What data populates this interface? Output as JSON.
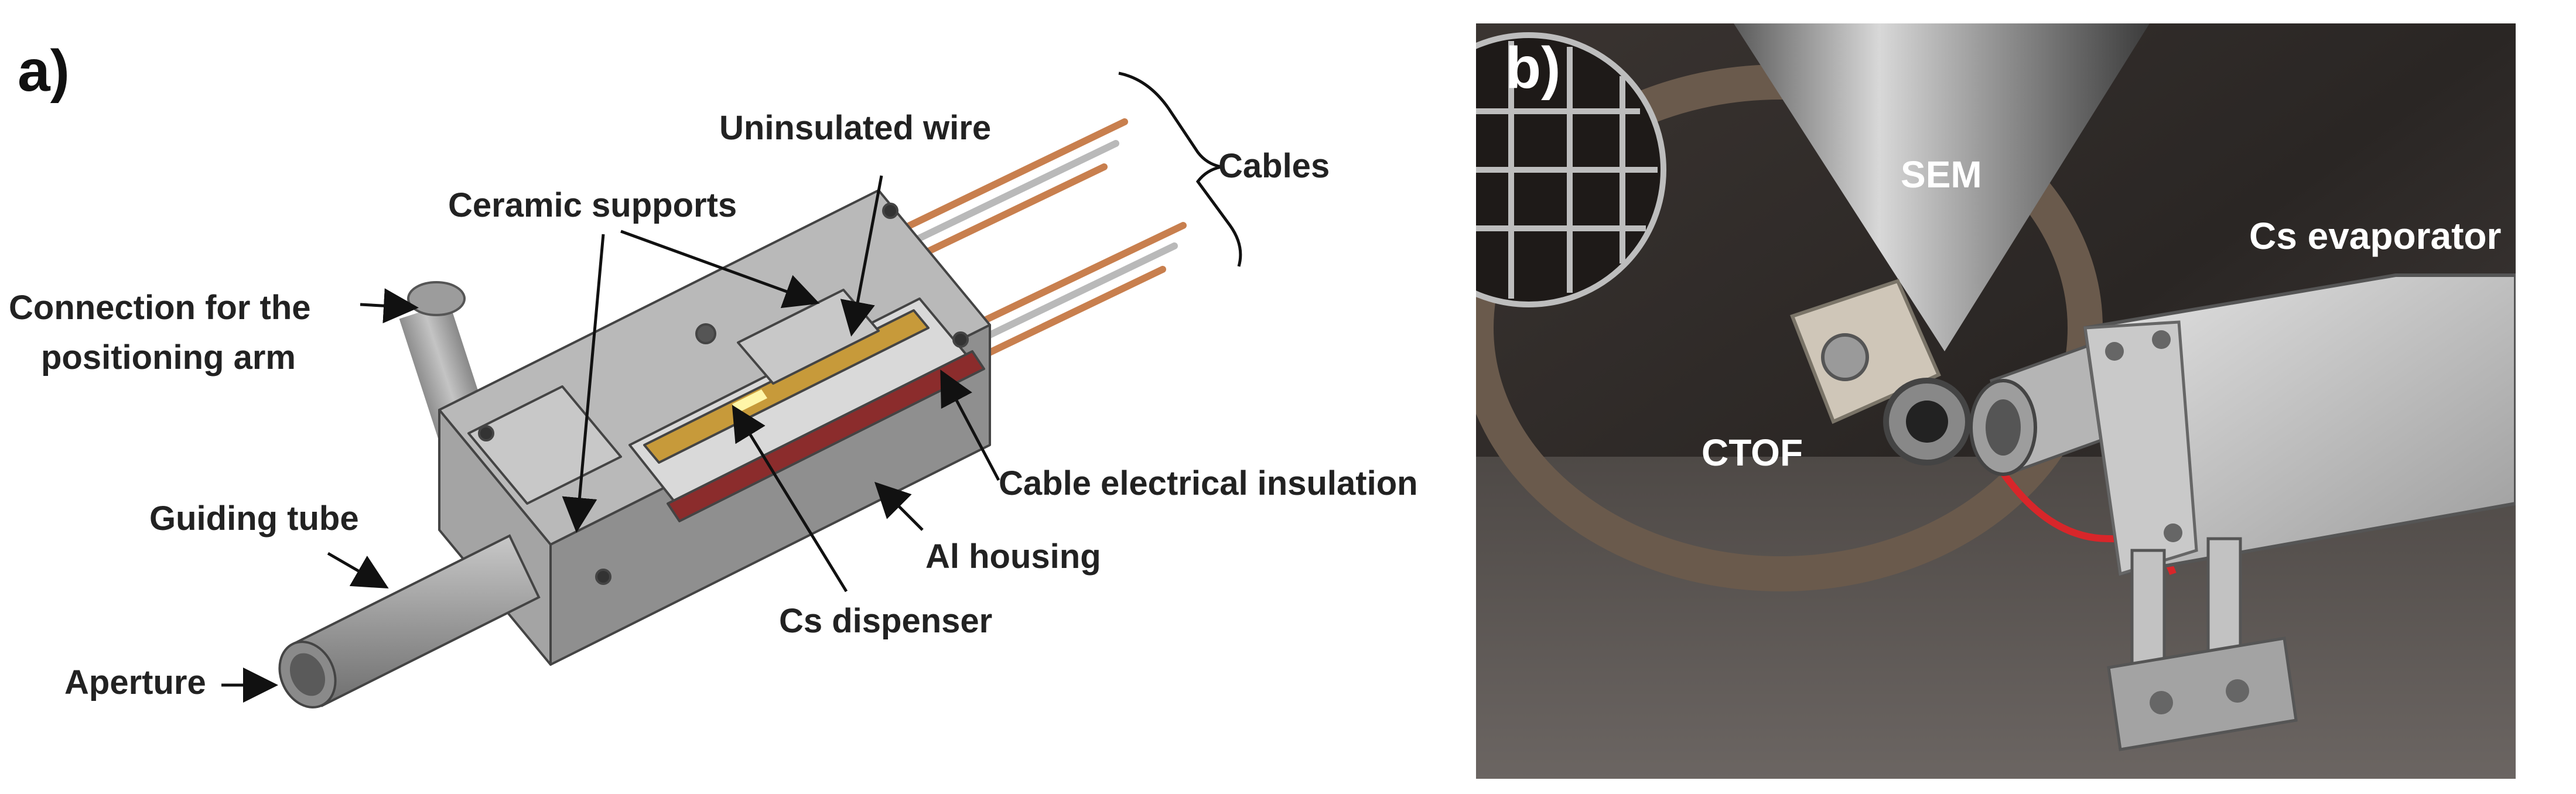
{
  "panel_a": {
    "letter": "a)",
    "labels": {
      "uninsulated_wire": "Uninsulated wire",
      "cables": "Cables",
      "ceramic_supports": "Ceramic supports",
      "connection_line1": "Connection for the",
      "connection_line2": "positioning arm",
      "guiding_tube": "Guiding tube",
      "aperture": "Aperture",
      "cable_insulation": "Cable electrical insulation",
      "al_housing": "Al housing",
      "cs_dispenser": "Cs dispenser"
    }
  },
  "panel_b": {
    "letter": "b)",
    "labels": {
      "sem": "SEM",
      "cs_evaporator": "Cs evaporator",
      "ctof": "CTOF"
    }
  },
  "colors": {
    "housing": "#a9a9a9",
    "insulation": "#8b2c2c",
    "dispenser": "#c79a3a",
    "copper_wire": "#c87f4e",
    "photo_bg": "#2a2624",
    "red_cable": "#d8262a"
  }
}
